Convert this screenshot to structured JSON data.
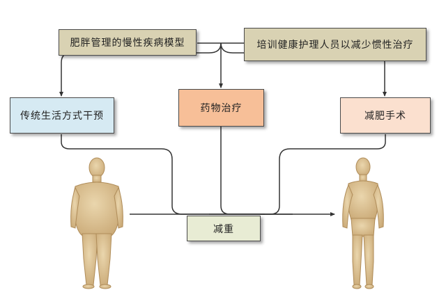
{
  "diagram": {
    "top_left": "肥胖管理的慢性疾病模型",
    "top_right": "培训健康护理人员以减少惯性治疗",
    "left": "传统生活方式干预",
    "center": "药物治疗",
    "right": "减肥手术",
    "result": "减重"
  },
  "colors": {
    "tan": "#d9d2b3",
    "blue": "#d6eaf3",
    "orange": "#f7bf98",
    "peach": "#fbe0cf",
    "green": "#e8ecd4",
    "figure_skin": "#dec59a",
    "lines": "#333333"
  }
}
